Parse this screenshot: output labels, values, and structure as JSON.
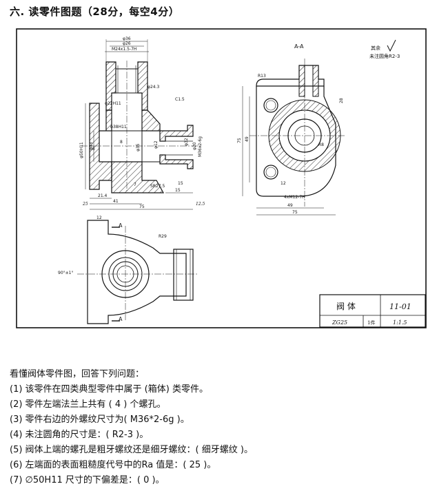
{
  "heading": "六. 读零件图题（28分，每空4分）",
  "drawing": {
    "section_label": "A-A",
    "roughness_note": "其余",
    "fillet_note": "未注圆角R2-3",
    "section_mark": "A",
    "dims": {
      "d36": "φ36",
      "d26": "φ26",
      "m24": "M24x1.5-7H",
      "d22h": "φ22H11",
      "d243": "φ24.3",
      "d38h": "φ38H11",
      "d50h11": "φ50H11",
      "d43": "φ43",
      "d35": "φ35",
      "d12": "φ12",
      "d20": "φ20",
      "m36": "M36x2-6g",
      "d32": "φ32",
      "c15": "C1.5",
      "sr": "SR27.5",
      "d15a": "15",
      "d15b": "15",
      "d5": "5",
      "d7": "7",
      "d8": "8",
      "d41": "41",
      "d75": "75",
      "d214": "21.4",
      "d12b": "12",
      "d49": "49",
      "d75b": "75",
      "r13": "R13",
      "m12": "4xM12-7H",
      "r8": "R8",
      "d9015": "90°±1°",
      "d28": "28",
      "d49b": "49",
      "d75c": "75",
      "ra25": "25",
      "ra12": "12.5",
      "r29": "R29"
    },
    "title_block": {
      "name": "阀 体",
      "code": "11-01",
      "material": "ZG25",
      "quantity": "1件",
      "scale": "1:1.5"
    }
  },
  "questions": {
    "intro": "看懂阀体零件图，回答下列问题：",
    "items": [
      "(1) 该零件在四类典型零件中属于 (箱体) 类零件。",
      "(2) 零件左端法兰上共有 ( 4 ) 个螺孔。",
      "(3) 零件右边的外螺纹尺寸为( M36*2-6g )。",
      "(4) 未注圆角的尺寸是：( R2-3 )。",
      "(5) 阀体上端的螺孔是粗牙螺纹还是细牙螺纹：( 细牙螺纹 )。",
      "(6) 左端面的表面粗糙度代号中的Ra 值是：( 25 )。",
      "(7) ∅50H11 尺寸的下偏差是：( 0 )。"
    ]
  }
}
